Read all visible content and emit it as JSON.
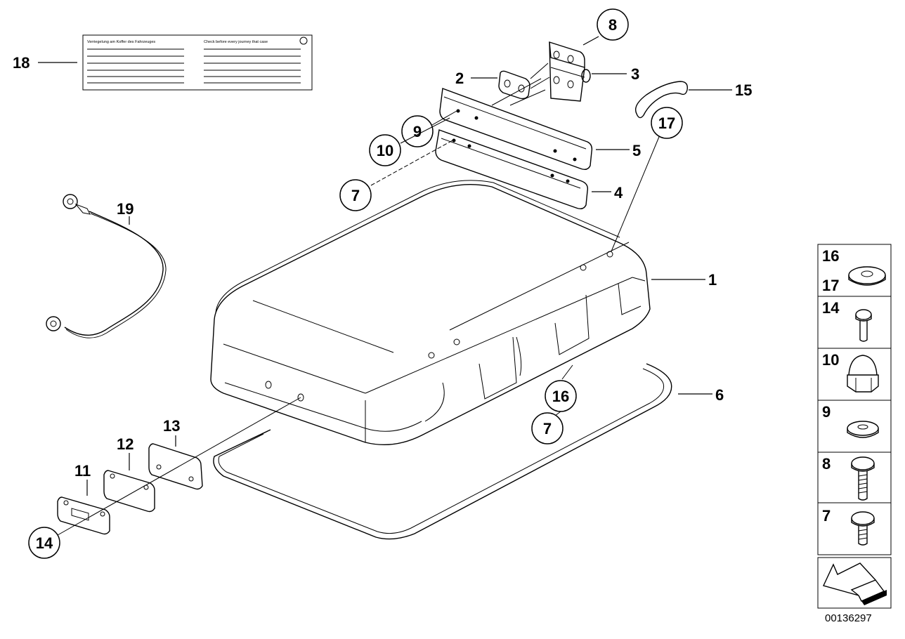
{
  "callouts": {
    "c1": "1",
    "c2": "2",
    "c3": "3",
    "c4": "4",
    "c5": "5",
    "c6": "6",
    "c7a": "7",
    "c7b": "7",
    "c8": "8",
    "c9": "9",
    "c10": "10",
    "c11": "11",
    "c12": "12",
    "c13": "13",
    "c14": "14",
    "c15": "15",
    "c16": "16",
    "c17": "17",
    "c18": "18",
    "c19": "19"
  },
  "label_card": {
    "left_heading": "Verriegelung am Koffer des Fahrzeuges",
    "right_heading": "Check before every journey that case"
  },
  "legend": {
    "r1a": "16",
    "r1b": "17",
    "r2": "14",
    "r3": "10",
    "r4": "9",
    "r5": "8",
    "r6": "7"
  },
  "doc_number": "00136297"
}
